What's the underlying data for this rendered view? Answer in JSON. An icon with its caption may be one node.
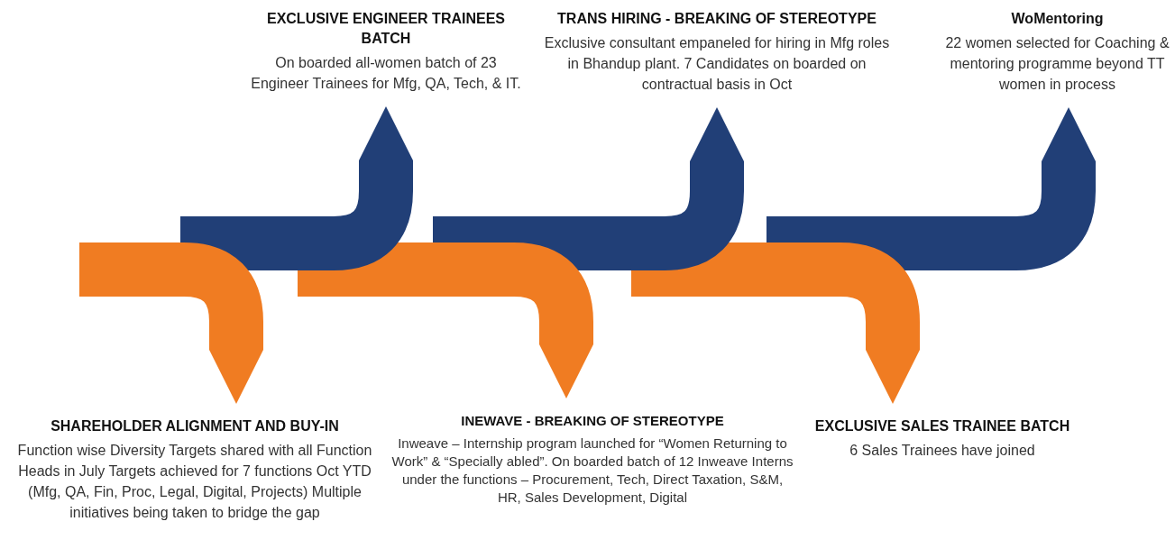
{
  "diagram": {
    "nodes": [
      {
        "text": [
          "EXCLUSIVE ENGINEER TRAINEES BATCH",
          "On boarded all-women batch of 23 Engineer Trainees for Mfg, QA, Tech, & IT."
        ]
      },
      {
        "text": [
          "TRANS HIRING - BREAKING OF STEREOTYPE",
          "Exclusive consultant empaneled for hiring in Mfg roles in Bhandup plant. 7 Candidates on boarded on contractual basis in Oct"
        ]
      },
      {
        "text": [
          "WoMentoring",
          "22 women selected for Coaching & mentoring programme beyond TT women in process"
        ]
      },
      {
        "text": [
          "SHAREHOLDER ALIGNMENT AND BUY-IN",
          "Function wise Diversity Targets shared with all Function Heads in July Targets achieved for 7 functions Oct YTD (Mfg, QA, Fin, Proc, Legal, Digital, Projects) Multiple initiatives being taken to bridge the gap"
        ]
      },
      {
        "text": [
          "INEWAVE - BREAKING OF STEREOTYPE",
          "Inweave – Internship program launched for “Women Returning to Work” & “Specially abled”. On boarded batch of 12 Inweave Interns under the functions – Procurement, Tech, Direct Taxation, S&M, HR, Sales Development, Digital"
        ]
      },
      {
        "text": [
          "EXCLUSIVE SALES TRAINEE BATCH",
          "6 Sales Trainees have joined"
        ]
      }
    ],
    "edges": [
      {
        "from": null,
        "to": 3,
        "arrow": "to",
        "color": "#f07c22"
      },
      {
        "from": null,
        "to": 0,
        "arrow": "to",
        "color": "#213f77"
      },
      {
        "from": null,
        "to": 4,
        "arrow": "to",
        "color": "#f07c22"
      },
      {
        "from": null,
        "to": 1,
        "arrow": "to",
        "color": "#213f77"
      },
      {
        "from": null,
        "to": 5,
        "arrow": "to",
        "color": "#f07c22"
      },
      {
        "from": null,
        "to": 2,
        "arrow": "to",
        "color": "#213f77"
      }
    ]
  }
}
